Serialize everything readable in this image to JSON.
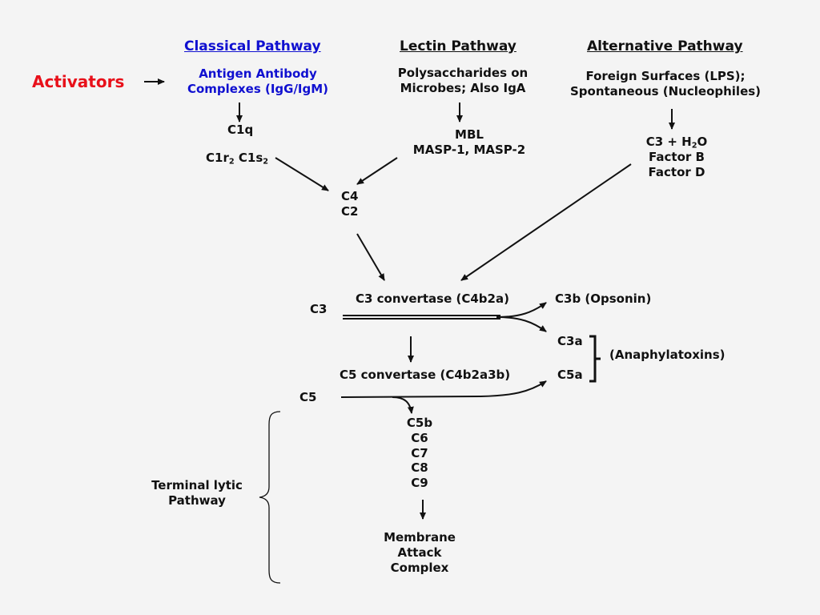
{
  "diagram": {
    "title_activators": "Activators",
    "pathways": [
      {
        "name": "Classical Pathway",
        "activator_lines": [
          "Antigen Antibody",
          "Complexes (IgG/IgM)"
        ],
        "components": [
          "C1q"
        ],
        "c1_complex": {
          "c1r": "C1r",
          "c1r_sub": "2",
          "c1s": "C1s",
          "c1s_sub": "2"
        }
      },
      {
        "name": "Lectin Pathway",
        "activator_lines": [
          "Polysaccharides on",
          "Microbes; Also IgA"
        ],
        "components": [
          "MBL",
          "MASP-1, MASP-2"
        ]
      },
      {
        "name": "Alternative Pathway",
        "activator_lines": [
          "Foreign Surfaces (LPS);",
          "Spontaneous (Nucleophiles)"
        ],
        "components": {
          "c3_h2o_prefix": "C3 + H",
          "c3_h2o_sub": "2",
          "c3_h2o_suffix": "O",
          "factor_b": "Factor B",
          "factor_d": "Factor D"
        }
      }
    ],
    "c4c2": [
      "C4",
      "C2"
    ],
    "c3": "C3",
    "c3_convertase": "C3 convertase (C4b2a)",
    "c3b": "C3b (Opsonin)",
    "c3a": "C3a",
    "c5a": "C5a",
    "anaphylatoxins": "(Anaphylatoxins)",
    "c5_convertase": "C5 convertase (C4b2a3b)",
    "c5": "C5",
    "terminal_components": [
      "C5b",
      "C6",
      "C7",
      "C8",
      "C9"
    ],
    "terminal_label": [
      "Terminal lytic",
      "Pathway"
    ],
    "mac": [
      "Membrane",
      "Attack",
      "Complex"
    ],
    "colors": {
      "activators": "#e8101a",
      "classical": "#1010d0",
      "text": "#111111",
      "background": "#f4f4f4"
    }
  }
}
